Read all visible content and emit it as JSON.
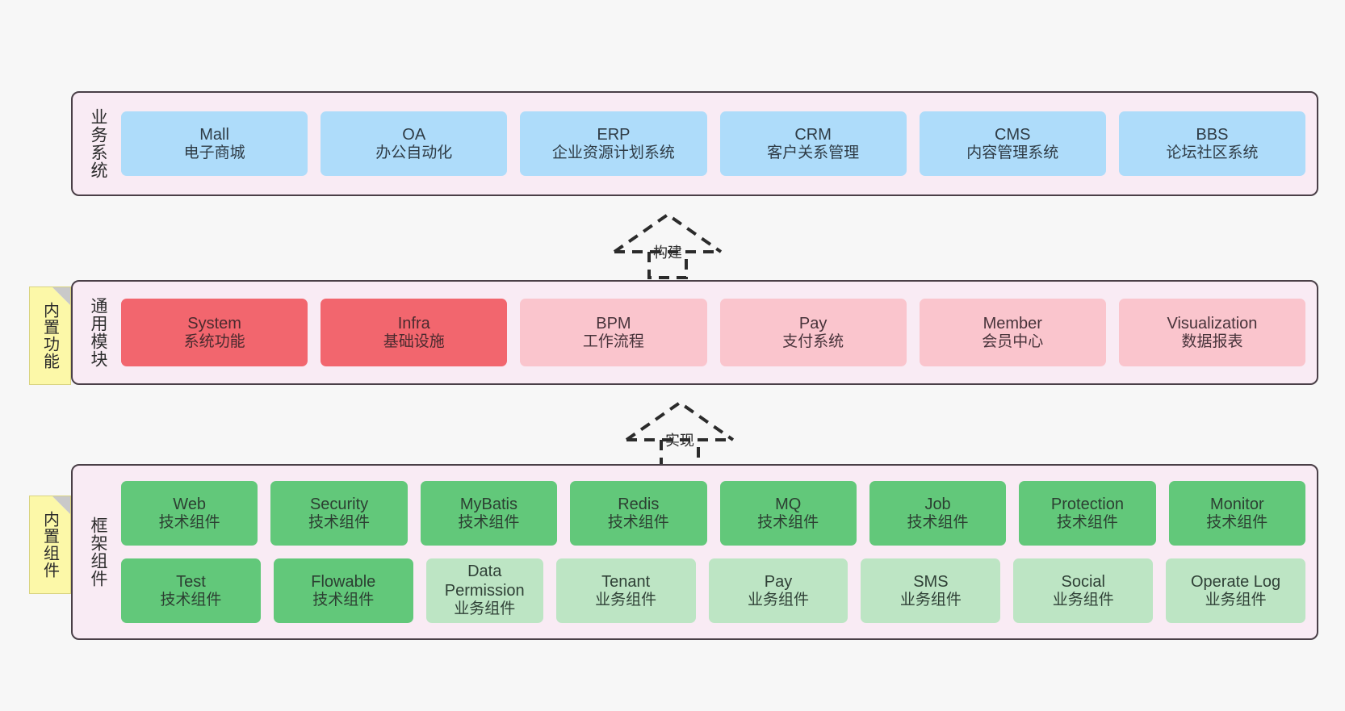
{
  "diagram": {
    "background_color": "#f7f7f7",
    "layer_fill": "#f9ebf4",
    "layer_border": "#4a3f47",
    "note_color": "#fcf8a8"
  },
  "layers": [
    {
      "id": "business",
      "title": "业务系统",
      "note": null,
      "rows": [
        {
          "cells": [
            {
              "en": "Mall",
              "cn": "电子商城",
              "color": "#aedcfa",
              "style": "c-blue"
            },
            {
              "en": "OA",
              "cn": "办公自动化",
              "color": "#aedcfa",
              "style": "c-blue"
            },
            {
              "en": "ERP",
              "cn": "企业资源计划系统",
              "color": "#aedcfa",
              "style": "c-blue"
            },
            {
              "en": "CRM",
              "cn": "客户关系管理",
              "color": "#aedcfa",
              "style": "c-blue"
            },
            {
              "en": "CMS",
              "cn": "内容管理系统",
              "color": "#aedcfa",
              "style": "c-blue"
            },
            {
              "en": "BBS",
              "cn": "论坛社区系统",
              "color": "#aedcfa",
              "style": "c-blue"
            }
          ]
        }
      ]
    },
    {
      "id": "common-module",
      "title": "通用模块",
      "note": "内置功能",
      "rows": [
        {
          "cells": [
            {
              "en": "System",
              "cn": "系统功能",
              "color": "#f2666e",
              "style": "c-red"
            },
            {
              "en": "Infra",
              "cn": "基础设施",
              "color": "#f2666e",
              "style": "c-red"
            },
            {
              "en": "BPM",
              "cn": "工作流程",
              "color": "#fac5cd",
              "style": "c-pink"
            },
            {
              "en": "Pay",
              "cn": "支付系统",
              "color": "#fac5cd",
              "style": "c-pink"
            },
            {
              "en": "Member",
              "cn": "会员中心",
              "color": "#fac5cd",
              "style": "c-pink"
            },
            {
              "en": "Visualization",
              "cn": "数据报表",
              "color": "#fac5cd",
              "style": "c-pink"
            }
          ]
        }
      ]
    },
    {
      "id": "framework-component",
      "title": "框架组件",
      "note": "内置组件",
      "rows": [
        {
          "cells": [
            {
              "en": "Web",
              "cn": "技术组件",
              "color": "#62c87a",
              "style": "c-green"
            },
            {
              "en": "Security",
              "cn": "技术组件",
              "color": "#62c87a",
              "style": "c-green"
            },
            {
              "en": "MyBatis",
              "cn": "技术组件",
              "color": "#62c87a",
              "style": "c-green"
            },
            {
              "en": "Redis",
              "cn": "技术组件",
              "color": "#62c87a",
              "style": "c-green"
            },
            {
              "en": "MQ",
              "cn": "技术组件",
              "color": "#62c87a",
              "style": "c-green"
            },
            {
              "en": "Job",
              "cn": "技术组件",
              "color": "#62c87a",
              "style": "c-green"
            },
            {
              "en": "Protection",
              "cn": "技术组件",
              "color": "#62c87a",
              "style": "c-green"
            },
            {
              "en": "Monitor",
              "cn": "技术组件",
              "color": "#62c87a",
              "style": "c-green"
            }
          ]
        },
        {
          "cells": [
            {
              "en": "Test",
              "cn": "技术组件",
              "color": "#62c87a",
              "style": "c-green"
            },
            {
              "en": "Flowable",
              "cn": "技术组件",
              "color": "#62c87a",
              "style": "c-green"
            },
            {
              "en": "Data Permission",
              "cn": "业务组件",
              "color": "#bde5c4",
              "style": "c-lightgreen"
            },
            {
              "en": "Tenant",
              "cn": "业务组件",
              "color": "#bde5c4",
              "style": "c-lightgreen"
            },
            {
              "en": "Pay",
              "cn": "业务组件",
              "color": "#bde5c4",
              "style": "c-lightgreen"
            },
            {
              "en": "SMS",
              "cn": "业务组件",
              "color": "#bde5c4",
              "style": "c-lightgreen"
            },
            {
              "en": "Social",
              "cn": "业务组件",
              "color": "#bde5c4",
              "style": "c-lightgreen"
            },
            {
              "en": "Operate Log",
              "cn": "业务组件",
              "color": "#bde5c4",
              "style": "c-lightgreen"
            }
          ]
        }
      ]
    }
  ],
  "connectors": [
    {
      "id": "build",
      "label": "构建",
      "from": "common-module",
      "to": "business"
    },
    {
      "id": "implement",
      "label": "实现",
      "from": "framework-component",
      "to": "common-module"
    }
  ]
}
